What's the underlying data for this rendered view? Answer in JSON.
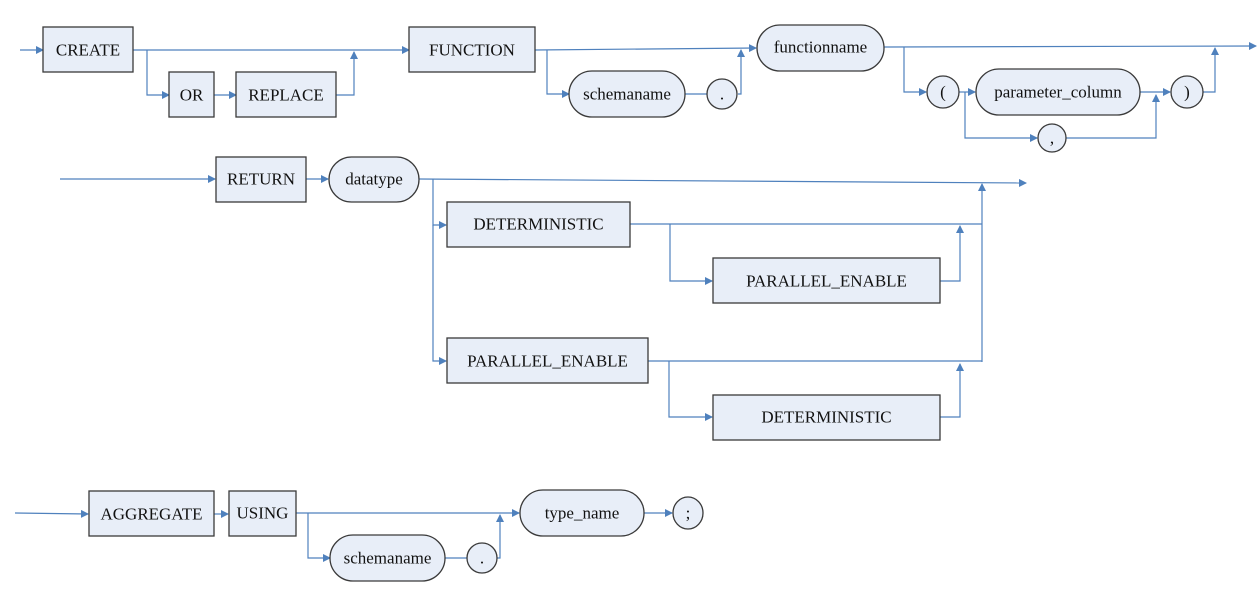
{
  "title": "CREATE FUNCTION syntax diagram",
  "colors": {
    "line": "#4F81BD",
    "node_fill": "#E8EEF8",
    "node_border": "#3a3a3a"
  },
  "nodes": {
    "create": "CREATE",
    "or": "OR",
    "replace": "REPLACE",
    "function": "FUNCTION",
    "schemaname1": "schemaname",
    "dot1": ".",
    "functionname": "functionname",
    "lparen": "(",
    "parameter_column": "parameter_column",
    "comma": ",",
    "rparen": ")",
    "return": "RETURN",
    "datatype": "datatype",
    "deterministic1": "DETERMINISTIC",
    "parallel_enable1": "PARALLEL_ENABLE",
    "parallel_enable2": "PARALLEL_ENABLE",
    "deterministic2": "DETERMINISTIC",
    "aggregate": "AGGREGATE",
    "using": "USING",
    "schemaname2": "schemaname",
    "dot2": ".",
    "type_name": "type_name",
    "semicolon": ";"
  },
  "node_kinds": {
    "keyword": [
      "CREATE",
      "OR",
      "REPLACE",
      "FUNCTION",
      "RETURN",
      "DETERMINISTIC",
      "PARALLEL_ENABLE",
      "AGGREGATE",
      "USING"
    ],
    "identifier": [
      "schemaname",
      "functionname",
      "parameter_column",
      "datatype",
      "type_name"
    ],
    "symbol": [
      ".",
      "(",
      ",",
      ")",
      ";"
    ]
  }
}
